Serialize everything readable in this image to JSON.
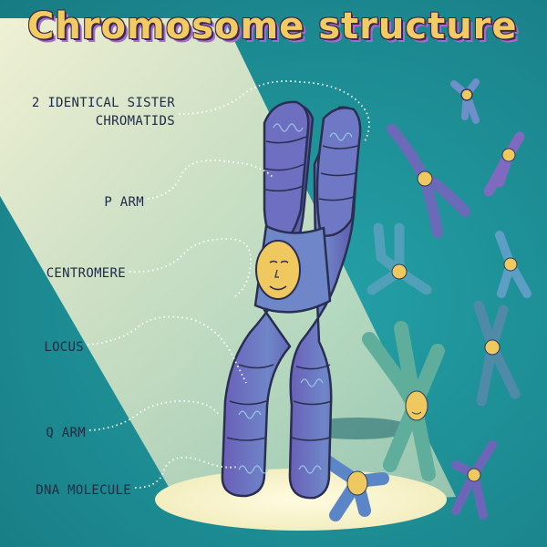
{
  "title": "Chromosome structure",
  "labels": {
    "sister_chromatids": "2 IDENTICAL SISTER CHROMATIDS",
    "p_arm": "P ARM",
    "centromere": "CENTROMERE",
    "locus": "LOCUS",
    "q_arm": "Q ARM",
    "dna_molecule": "DNA MOLECULE"
  },
  "colors": {
    "background": "#1f8f96",
    "title_fill": "#f2cc63",
    "title_shadow": "#a66ad0",
    "chromosome_body": "#5b6fb8",
    "chromosome_band": "#8a5fc4",
    "centromere_face": "#f0c860",
    "label_text": "#1d2a44"
  }
}
